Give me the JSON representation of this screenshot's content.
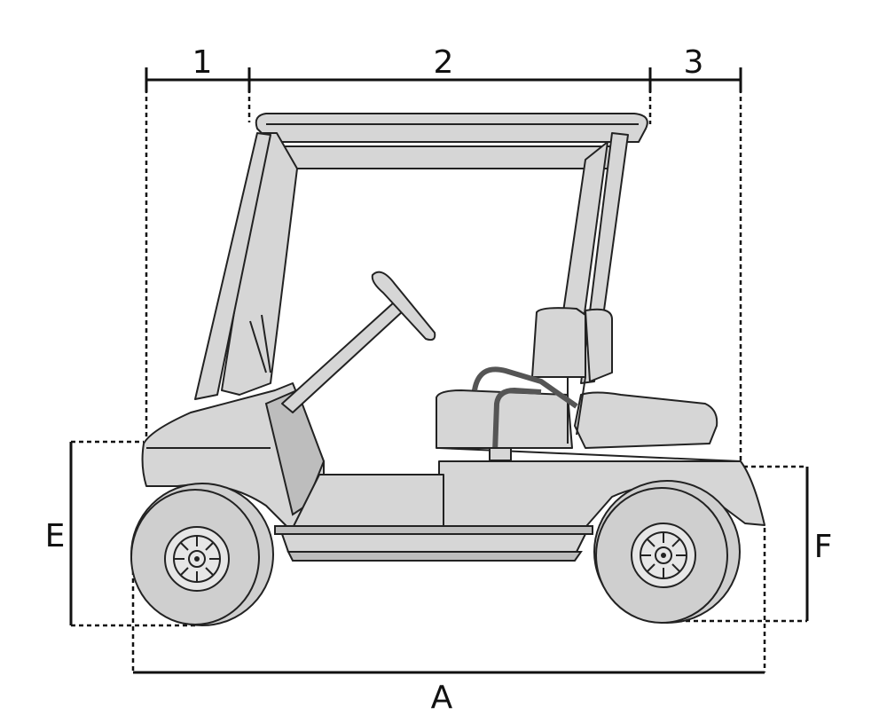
{
  "labels": {
    "seg1": "1",
    "seg2": "2",
    "seg3": "3",
    "overall_length": "A",
    "front_height": "E",
    "rear_height": "F"
  },
  "colors": {
    "body_fill": "#d6d6d6",
    "line": "#222222",
    "dimension": "#111111"
  }
}
